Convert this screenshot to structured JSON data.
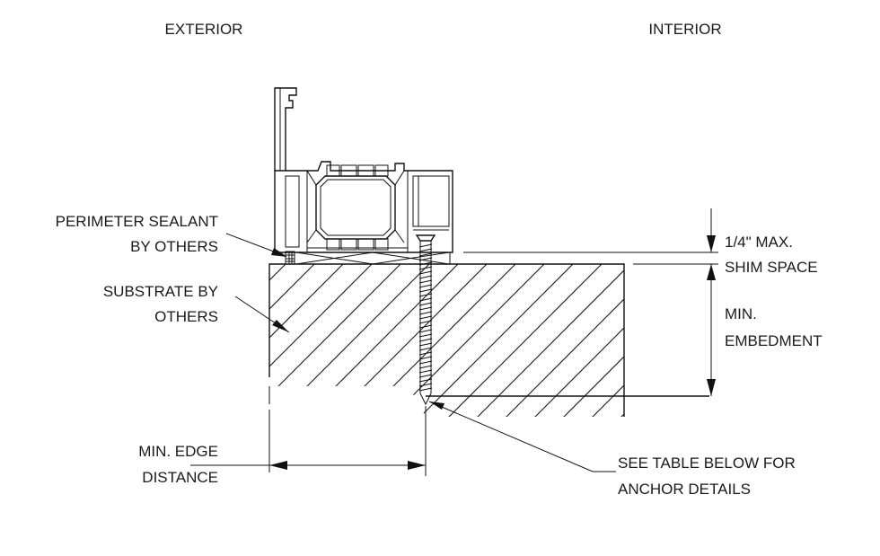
{
  "headers": {
    "exterior": "EXTERIOR",
    "interior": "INTERIOR"
  },
  "labels": {
    "perimeter_sealant": [
      "PERIMETER SEALANT",
      "BY OTHERS"
    ],
    "substrate": [
      "SUBSTRATE BY",
      "OTHERS"
    ],
    "edge_distance": [
      "MIN. EDGE",
      "DISTANCE"
    ],
    "anchor_details": [
      "SEE TABLE BELOW FOR",
      "ANCHOR DETAILS"
    ],
    "shim_space": [
      "1/4\" MAX.",
      "SHIM SPACE"
    ],
    "embedment": [
      "MIN.",
      "EMBEDMENT"
    ]
  }
}
